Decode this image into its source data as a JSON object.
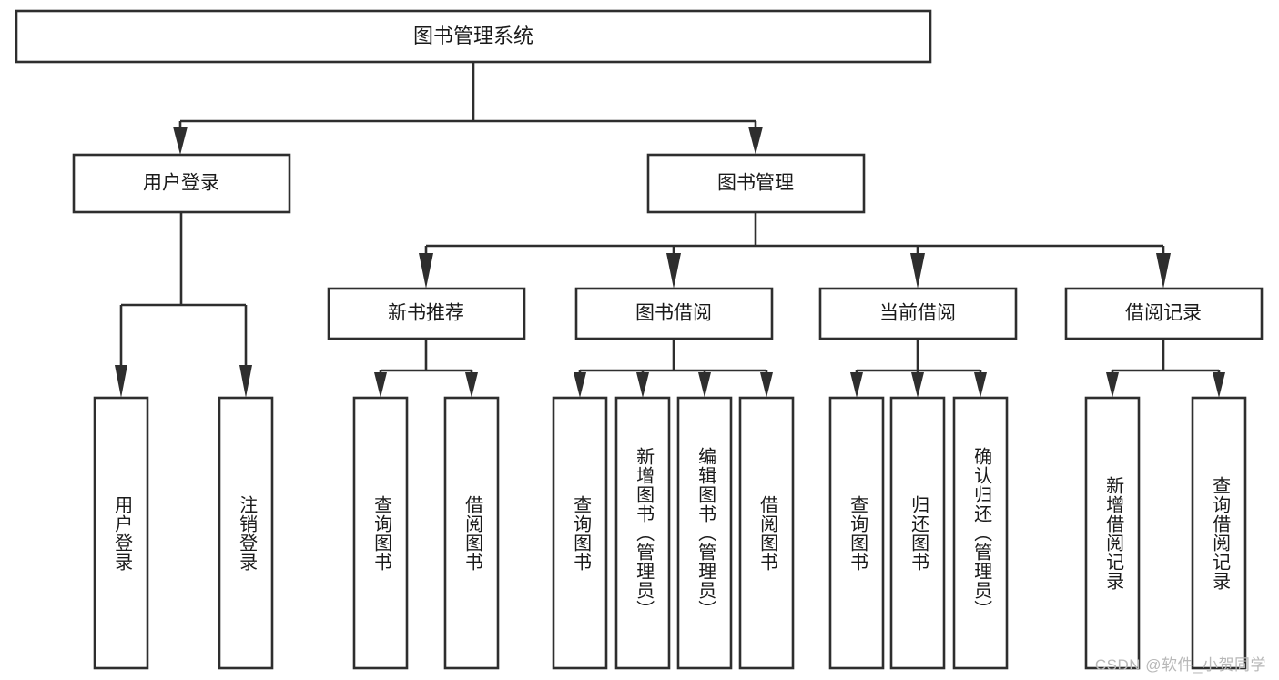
{
  "diagram": {
    "type": "tree",
    "title": "图书管理系统",
    "watermark": "CSDN @软件_小贺同学",
    "colors": {
      "box_stroke": "#2e2e2e",
      "box_fill": "#ffffff",
      "text": "#1a1a1a",
      "connector": "#2e2e2e",
      "watermark": "#b8b8b8",
      "background": "#ffffff"
    },
    "root": {
      "label": "图书管理系统"
    },
    "level2": [
      {
        "label": "用户登录"
      },
      {
        "label": "图书管理"
      }
    ],
    "level3": [
      {
        "label": "新书推荐"
      },
      {
        "label": "图书借阅"
      },
      {
        "label": "当前借阅"
      },
      {
        "label": "借阅记录"
      }
    ],
    "leaves": {
      "user_login": [
        {
          "label": "用户登录"
        },
        {
          "label": "注销登录"
        }
      ],
      "new_book_recommend": [
        {
          "label": "查询图书"
        },
        {
          "label": "借阅图书"
        }
      ],
      "book_borrow": [
        {
          "label": "查询图书"
        },
        {
          "label": "新增图书（管理员）"
        },
        {
          "label": "编辑图书（管理员）"
        },
        {
          "label": "借阅图书"
        }
      ],
      "current_borrow": [
        {
          "label": "查询图书"
        },
        {
          "label": "归还图书"
        },
        {
          "label": "确认归还（管理员）"
        }
      ],
      "borrow_record": [
        {
          "label": "新增借阅记录"
        },
        {
          "label": "查询借阅记录"
        }
      ]
    }
  }
}
